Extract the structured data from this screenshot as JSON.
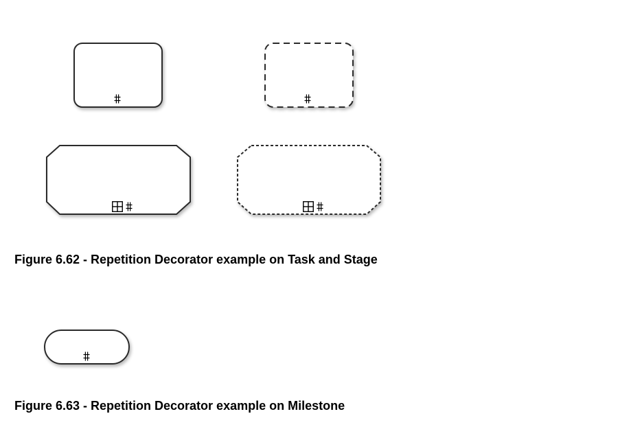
{
  "figures": [
    {
      "caption": "Figure 6.62 - Repetition Decorator example on Task and Stage",
      "shapes": [
        "task-shape",
        "discretionary-task-shape",
        "stage-shape",
        "discretionary-stage-shape"
      ]
    },
    {
      "caption": "Figure 6.63 - Repetition Decorator example on Milestone",
      "shapes": [
        "milestone-shape"
      ]
    }
  ],
  "decorators": {
    "repetition_symbol": "#",
    "repetition_icon": "hash-icon",
    "expand_icon": "collapsed-plus-box-icon"
  }
}
